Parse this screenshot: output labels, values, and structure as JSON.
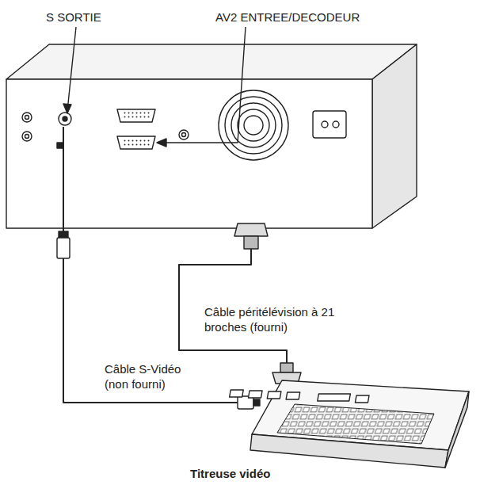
{
  "diagram": {
    "labels": [
      "S SORTIE",
      "AV2 ENTREE/DECODEUR",
      "Câble péritélévision à 21 broches (fourni)",
      "Câble S-Vidéo (non fourni)",
      "Titreuse vidéo"
    ]
  }
}
